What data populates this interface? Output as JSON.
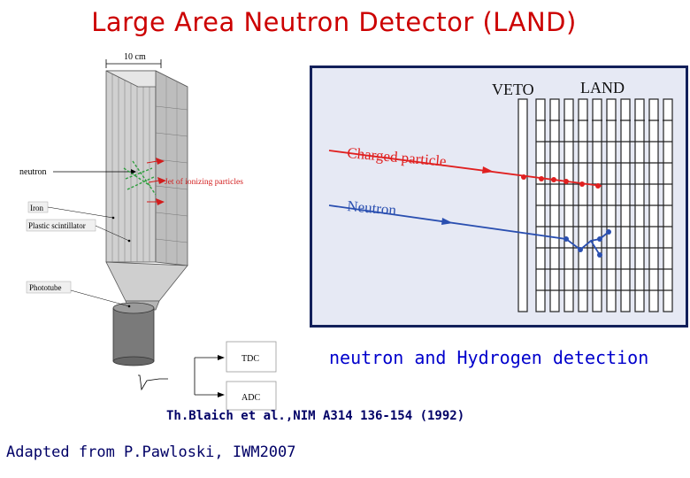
{
  "title": "Large Area Neutron Detector (LAND)",
  "left_diagram": {
    "dimension_label": "10 cm",
    "labels": {
      "neutron": "neutron",
      "jet": "Jet of ionizing particles",
      "iron": "Iron",
      "scintillator": "Plastic scintillator",
      "phototube": "Phototube",
      "tdc": "TDC",
      "adc": "ADC"
    }
  },
  "right_panel": {
    "veto_label": "VETO",
    "land_label": "LAND",
    "charged_label": "Charged particle",
    "neutron_label": "Neutron"
  },
  "caption": "neutron and Hydrogen detection",
  "reference": "Th.Blaich et al.,NIM A314 136-154 (1992)",
  "credit": "Adapted from P.Pawloski, IWM2007",
  "colors": {
    "title": "#cc0000",
    "caption": "#0000cc",
    "charged": "#e02020",
    "neutron": "#2a4fb0",
    "panel_bg": "#e6e9f4"
  }
}
